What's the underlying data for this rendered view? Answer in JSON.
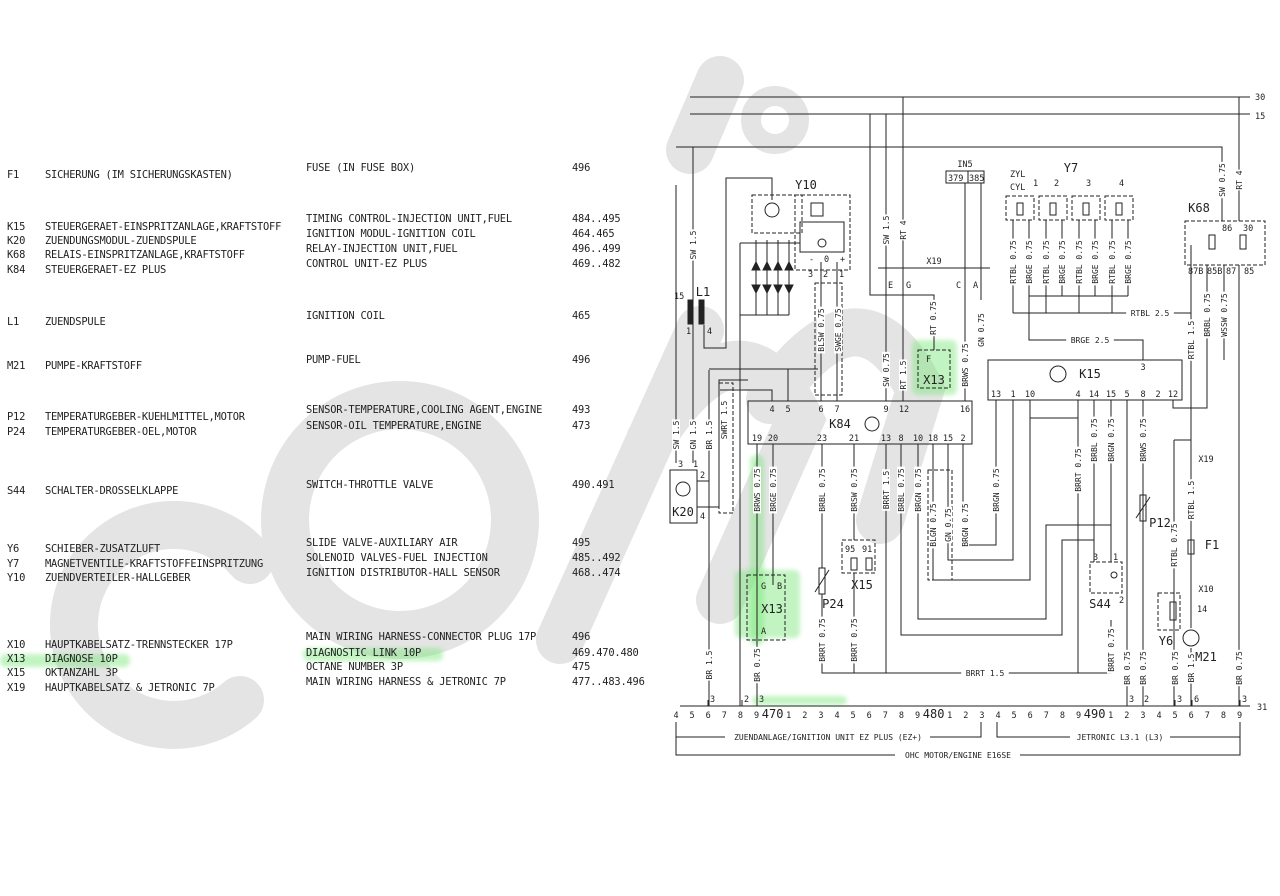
{
  "legend": [
    {
      "code": "F1",
      "german": "SICHERUNG (IM SICHERUNGSKASTEN)",
      "english": "FUSE (IN FUSE BOX)",
      "pages": "496"
    },
    {
      "code": "K15",
      "german": "STEUERGERAET-EINSPRITZANLAGE,KRAFTSTOFF",
      "english": "TIMING CONTROL-INJECTION UNIT,FUEL",
      "pages": "484..495"
    },
    {
      "code": "K20",
      "german": "ZUENDUNGSMODUL-ZUENDSPULE",
      "english": "IGNITION MODUL-IGNITION COIL",
      "pages": "464.465"
    },
    {
      "code": "K68",
      "german": "RELAIS-EINSPRITZANLAGE,KRAFTSTOFF",
      "english": "RELAY-INJECTION UNIT,FUEL",
      "pages": "496..499"
    },
    {
      "code": "K84",
      "german": "STEUERGERAET-EZ PLUS",
      "english": "CONTROL UNIT-EZ PLUS",
      "pages": "469..482"
    },
    {
      "code": "L1",
      "german": "ZUENDSPULE",
      "english": "IGNITION COIL",
      "pages": "465"
    },
    {
      "code": "M21",
      "german": "PUMPE-KRAFTSTOFF",
      "english": "PUMP-FUEL",
      "pages": "496"
    },
    {
      "code": "P12",
      "german": "TEMPERATURGEBER-KUEHLMITTEL,MOTOR",
      "english": "SENSOR-TEMPERATURE,COOLING AGENT,ENGINE",
      "pages": "493"
    },
    {
      "code": "P24",
      "german": "TEMPERATURGEBER-OEL,MOTOR",
      "english": "SENSOR-OIL TEMPERATURE,ENGINE",
      "pages": "473"
    },
    {
      "code": "S44",
      "german": "SCHALTER-DROSSELKLAPPE",
      "english": "SWITCH-THROTTLE VALVE",
      "pages": "490.491"
    },
    {
      "code": "Y6",
      "german": "SCHIEBER-ZUSATZLUFT",
      "english": "SLIDE VALVE-AUXILIARY AIR",
      "pages": "495"
    },
    {
      "code": "Y7",
      "german": "MAGNETVENTILE-KRAFTSTOFFEINSPRITZUNG",
      "english": "SOLENOID VALVES-FUEL INJECTION",
      "pages": "485..492"
    },
    {
      "code": "Y10",
      "german": "ZUENDVERTEILER-HALLGEBER",
      "english": "IGNITION DISTRIBUTOR-HALL SENSOR",
      "pages": "468..474"
    },
    {
      "code": "X10",
      "german": "HAUPTKABELSATZ-TRENNSTECKER 17P",
      "english": "MAIN WIRING HARNESS-CONNECTOR PLUG 17P",
      "pages": "496"
    },
    {
      "code": "X13",
      "german": "DIAGNOSE 10P",
      "english": "DIAGNOSTIC LINK 10P",
      "pages": "469.470.480"
    },
    {
      "code": "X15",
      "german": "OKTANZAHL 3P",
      "english": "OCTANE NUMBER 3P",
      "pages": "475"
    },
    {
      "code": "X19",
      "german": "HAUPTKABELSATZ & JETRONIC 7P",
      "english": "MAIN WIRING HARNESS & JETRONIC 7P",
      "pages": "477..483.496"
    }
  ],
  "highlight_color": "#78e678",
  "watermark": "com/.",
  "diagram": {
    "bus_labels": [
      "30",
      "15",
      "31"
    ],
    "components": [
      "Y10",
      "L1",
      "K84",
      "K15",
      "K20",
      "X13",
      "X13",
      "X15",
      "P24",
      "S44",
      "P12",
      "Y6",
      "M21",
      "F1",
      "Y7",
      "K68",
      "IN5",
      "X19",
      "X19",
      "X10"
    ],
    "k84_top_pins": [
      "4",
      "5",
      "6",
      "7",
      "9",
      "12",
      "16"
    ],
    "k84_bottom_pins": [
      "19",
      "20",
      "23",
      "21",
      "13",
      "8",
      "10",
      "18",
      "15",
      "2"
    ],
    "k15_top_pins": [
      "3"
    ],
    "k15_bottom_pins": [
      "13",
      "1",
      "10",
      "4",
      "14",
      "15",
      "5",
      "8",
      "2",
      "12"
    ],
    "wire_labels": [
      "SW 1.5",
      "SW 1.5",
      "RT 4",
      "SW 0.75",
      "RT 1.5",
      "RT 0.75",
      "BRWS 0.75",
      "GN 0.75",
      "BLSW 0.75",
      "SWGE 0.75",
      "SW 1.5",
      "GN 1.5",
      "BR 1.5",
      "SWRT 1.5",
      "BRWS 0.75",
      "BRGE 0.75",
      "BRBL 0.75",
      "BRSW 0.75",
      "BRRT 1.5",
      "BRBL 0.75",
      "BRGN 0.75",
      "BLGN 0.75",
      "GN 0.75",
      "BRGN 0.75",
      "BR 1.5",
      "BR 0.75",
      "BRRT 0.75",
      "BRRT 0.75",
      "RTBL 0.75",
      "BRGE 0.75",
      "RTBL 0.75",
      "BRGE 0.75",
      "RTBL 0.75",
      "BRGE 0.75",
      "RTBL 0.75",
      "BRGE 0.75",
      "SW 0.75",
      "RT 4",
      "BRBL 0.75",
      "WSSW 0.75",
      "RTBL 1.5",
      "BRRT 0.75",
      "BRBL 0.75",
      "BRGN 0.75",
      "BRWS 0.75",
      "RTBL 1.5",
      "RTBL 0.75",
      "BRRT 0.75",
      "BR 0.75",
      "BR 0.75",
      "BR 0.75",
      "BR 1.5",
      "BR 0.75",
      "BRGN 0.75"
    ],
    "horizontal_labels": [
      "RTBL 2.5",
      "BRGE 2.5",
      "BRRT 1.5"
    ],
    "misc_labels": [
      "3",
      "2",
      "1",
      "-",
      "0",
      "+",
      "15",
      "1",
      "4",
      "E",
      "G",
      "C",
      "A",
      "379",
      "385",
      "ZYL",
      "CYL",
      "1",
      "2",
      "3",
      "4",
      "86",
      "30",
      "87B",
      "85B",
      "87",
      "85",
      "F",
      "G",
      "B",
      "A",
      "95",
      "91",
      "3",
      "1",
      "2",
      "3",
      "1",
      "2",
      "4",
      "14",
      "3",
      "2",
      "3",
      "3",
      "2",
      "3",
      "6",
      "3"
    ],
    "tick_labels": [
      "4",
      "5",
      "6",
      "7",
      "8",
      "9",
      "470",
      "1",
      "2",
      "3",
      "4",
      "5",
      "6",
      "7",
      "8",
      "9",
      "480",
      "1",
      "2",
      "3",
      "4",
      "5",
      "6",
      "7",
      "8",
      "9",
      "490",
      "1",
      "2",
      "3",
      "4",
      "5",
      "6",
      "7",
      "8",
      "9"
    ],
    "brackets": {
      "ignition": "ZUENDANLAGE/IGNITION UNIT EZ PLUS (EZ+)",
      "jetronic": "JETRONIC L3.1 (L3)",
      "engine": "OHC MOTOR/ENGINE E16SE"
    }
  }
}
